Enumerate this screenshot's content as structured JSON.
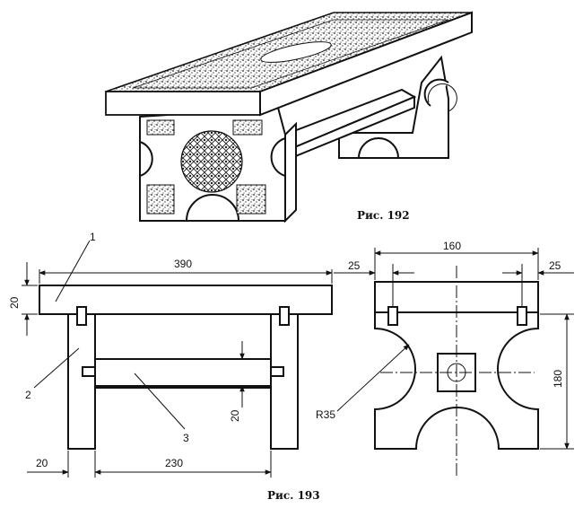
{
  "figure_192": {
    "caption": "Рис. 192"
  },
  "figure_193": {
    "caption": "Рис. 193",
    "front_view": {
      "overall_length": "390",
      "seat_thickness": "20",
      "leg_thickness": "20",
      "inner_span": "230",
      "stretcher_height": "20",
      "callout_1": "1",
      "callout_2": "2",
      "callout_3": "3"
    },
    "side_view": {
      "seat_width": "160",
      "tenon_offset_left": "25",
      "tenon_offset_right": "25",
      "leg_height": "180",
      "arc_radius": "R35"
    }
  }
}
